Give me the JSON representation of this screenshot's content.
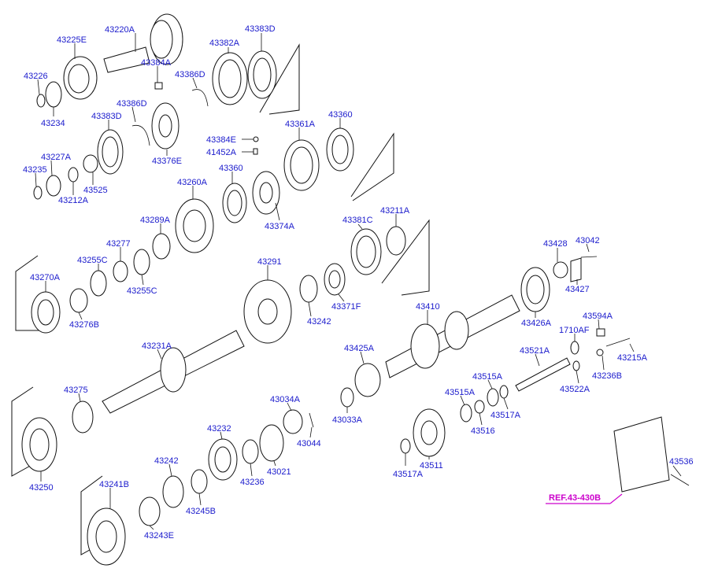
{
  "parts": [
    {
      "id": "p43220A",
      "code": "43220A"
    },
    {
      "id": "p43225E",
      "code": "43225E"
    },
    {
      "id": "p43226",
      "code": "43226"
    },
    {
      "id": "p43234",
      "code": "43234"
    },
    {
      "id": "p43384A",
      "code": "43384A"
    },
    {
      "id": "p43386D_a",
      "code": "43386D"
    },
    {
      "id": "p43382A",
      "code": "43382A"
    },
    {
      "id": "p43383D_a",
      "code": "43383D"
    },
    {
      "id": "p43386D_b",
      "code": "43386D"
    },
    {
      "id": "p43383D_b",
      "code": "43383D"
    },
    {
      "id": "p43376E",
      "code": "43376E"
    },
    {
      "id": "p43384E",
      "code": "43384E"
    },
    {
      "id": "p41452A",
      "code": "41452A"
    },
    {
      "id": "p43361A",
      "code": "43361A"
    },
    {
      "id": "p43360_a",
      "code": "43360"
    },
    {
      "id": "p43227A",
      "code": "43227A"
    },
    {
      "id": "p43235",
      "code": "43235"
    },
    {
      "id": "p43525",
      "code": "43525"
    },
    {
      "id": "p43212A",
      "code": "43212A"
    },
    {
      "id": "p43260A",
      "code": "43260A"
    },
    {
      "id": "p43360_b",
      "code": "43360"
    },
    {
      "id": "p43374A",
      "code": "43374A"
    },
    {
      "id": "p43289A",
      "code": "43289A"
    },
    {
      "id": "p43277",
      "code": "43277"
    },
    {
      "id": "p43255C_a",
      "code": "43255C"
    },
    {
      "id": "p43255C_b",
      "code": "43255C"
    },
    {
      "id": "p43381C",
      "code": "43381C"
    },
    {
      "id": "p43211A",
      "code": "43211A"
    },
    {
      "id": "p43270A",
      "code": "43270A"
    },
    {
      "id": "p43276B",
      "code": "43276B"
    },
    {
      "id": "p43291",
      "code": "43291"
    },
    {
      "id": "p43242_a",
      "code": "43242"
    },
    {
      "id": "p43371F",
      "code": "43371F"
    },
    {
      "id": "p43428",
      "code": "43428"
    },
    {
      "id": "p43042",
      "code": "43042"
    },
    {
      "id": "p43427",
      "code": "43427"
    },
    {
      "id": "p43410",
      "code": "43410"
    },
    {
      "id": "p43426A",
      "code": "43426A"
    },
    {
      "id": "p43594A",
      "code": "43594A"
    },
    {
      "id": "p1710AF",
      "code": "1710AF"
    },
    {
      "id": "p43231A",
      "code": "43231A"
    },
    {
      "id": "p43425A",
      "code": "43425A"
    },
    {
      "id": "p43521A",
      "code": "43521A"
    },
    {
      "id": "p43215A",
      "code": "43215A"
    },
    {
      "id": "p43236B",
      "code": "43236B"
    },
    {
      "id": "p43522A",
      "code": "43522A"
    },
    {
      "id": "p43275",
      "code": "43275"
    },
    {
      "id": "p43033A",
      "code": "43033A"
    },
    {
      "id": "p43034A",
      "code": "43034A"
    },
    {
      "id": "p43044",
      "code": "43044"
    },
    {
      "id": "p43515A_a",
      "code": "43515A"
    },
    {
      "id": "p43515A_b",
      "code": "43515A"
    },
    {
      "id": "p43517A_a",
      "code": "43517A"
    },
    {
      "id": "p43516",
      "code": "43516"
    },
    {
      "id": "p43232",
      "code": "43232"
    },
    {
      "id": "p43250",
      "code": "43250"
    },
    {
      "id": "p43242_b",
      "code": "43242"
    },
    {
      "id": "p43236",
      "code": "43236"
    },
    {
      "id": "p43021",
      "code": "43021"
    },
    {
      "id": "p43511",
      "code": "43511"
    },
    {
      "id": "p43517A_b",
      "code": "43517A"
    },
    {
      "id": "p43536",
      "code": "43536"
    },
    {
      "id": "p43241B",
      "code": "43241B"
    },
    {
      "id": "p43245B",
      "code": "43245B"
    },
    {
      "id": "p43243E",
      "code": "43243E"
    }
  ],
  "reference": {
    "text": "REF.43-430B"
  },
  "colors": {
    "label": "#1a1acc",
    "reference": "#cc00cc",
    "line": "#111111"
  }
}
